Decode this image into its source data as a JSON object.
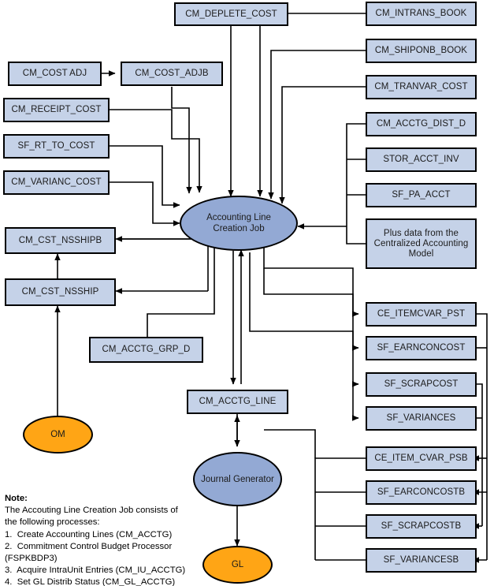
{
  "diagram": {
    "title": "Accounting Line Creation Job data flow",
    "colors": {
      "box_fill": "#c5d2e8",
      "ellipse_blue": "#93a9d4",
      "ellipse_orange": "#ffa515",
      "stroke": "#000000",
      "background": "#ffffff"
    }
  },
  "nodes": {
    "cm_deplete_cost": "CM_DEPLETE_COST",
    "cm_cost_adj": "CM_COST ADJ",
    "cm_cost_adjb": "CM_COST_ADJB",
    "cm_receipt_cost": "CM_RECEIPT_COST",
    "sf_rt_to_cost": "SF_RT_TO_COST",
    "cm_varianc_cost": "CM_VARIANC_COST",
    "cm_cst_nsshipb": "CM_CST_NSSHIPB",
    "cm_cst_nsship": "CM_CST_NSSHIP",
    "cm_acctg_grp_d": "CM_ACCTG_GRP_D",
    "om": "OM",
    "center_job_line1": "Accounting Line",
    "center_job_line2": "Creation Job",
    "cm_acctg_line": "CM_ACCTG_LINE",
    "journal_generator": "Journal Generator",
    "gl": "GL",
    "cm_intrans_book": "CM_INTRANS_BOOK",
    "cm_shiponb_book": "CM_SHIPONB_BOOK",
    "cm_tranvar_cost": "CM_TRANVAR_COST",
    "cm_acctg_dist_d": "CM_ACCTG_DIST_D",
    "stor_acct_inv": "STOR_ACCT_INV",
    "sf_pa_acct": "SF_PA_ACCT",
    "plus_data_line1": "Plus data from the",
    "plus_data_line2": "Centralized Accounting",
    "plus_data_line3": "Model",
    "ce_itemcvar_pst": "CE_ITEMCVAR_PST",
    "sf_earnconcost": "SF_EARNCONCOST",
    "sf_scrapcost": "SF_SCRAPCOST",
    "sf_variances": "SF_VARIANCES",
    "ce_item_cvar_psb": "CE_ITEM_CVAR_PSB",
    "sf_earnconcostb": "SF_EARCONCOSTB",
    "sf_scrapcostb": "SF_SCRAPCOSTB",
    "sf_variancesb": "SF_VARIANCESB"
  },
  "note": {
    "heading": "Note:",
    "lines": [
      "The Accouting Line Creation Job consists of",
      "the following processes:",
      "1.  Create Accounting Lines (CM_ACCTG)",
      "2.  Commitment Control Budget Processor",
      "(FSPKBDP3)",
      "3.  Acquire IntraUnit Entries (CM_IU_ACCTG)",
      "4.  Set GL Distrib Status (CM_GL_ACCTG)"
    ]
  }
}
